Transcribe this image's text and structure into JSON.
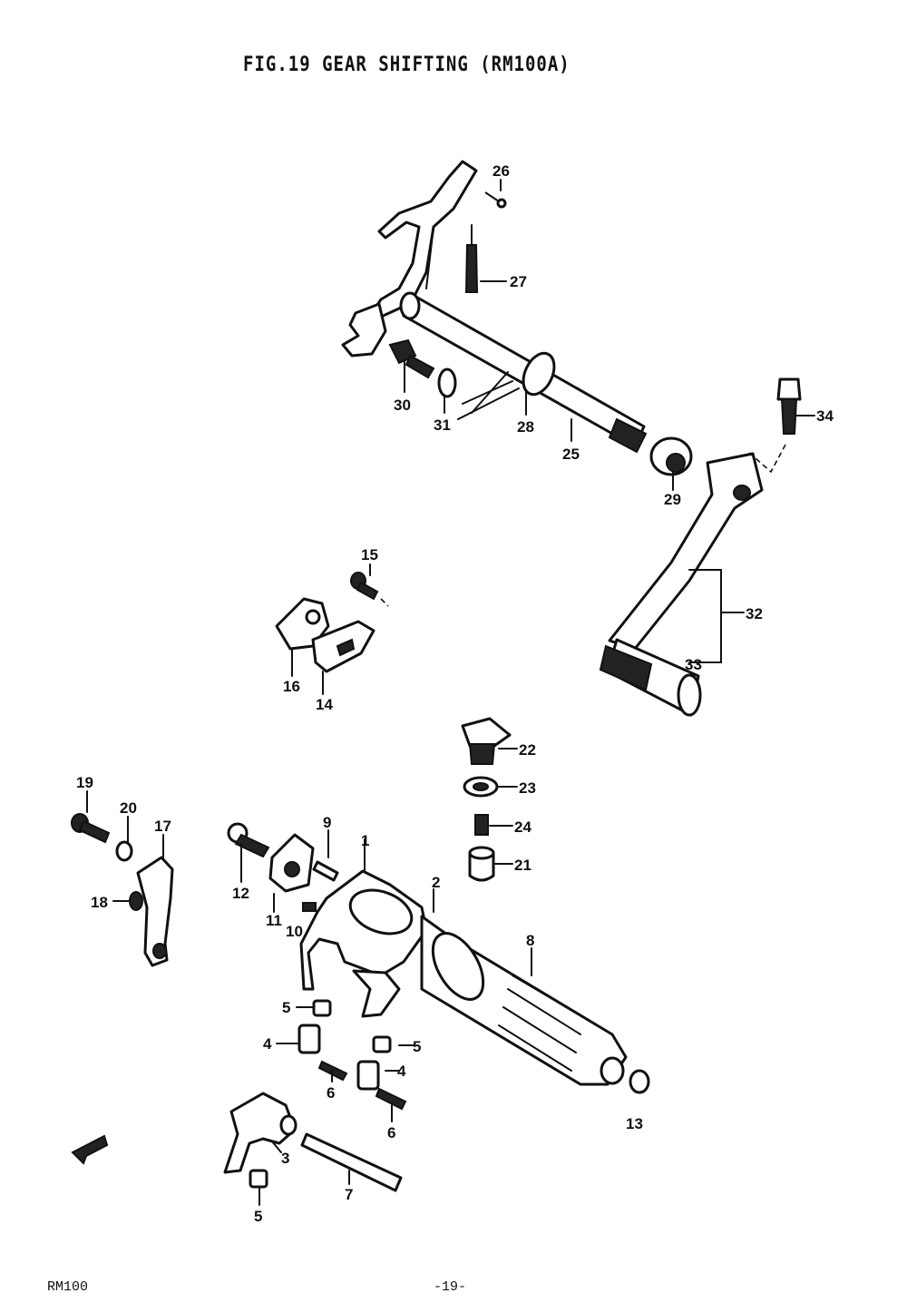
{
  "title": "FIG.19 GEAR SHIFTING (RM100A)",
  "callouts": {
    "p1": "1",
    "p2": "2",
    "p3": "3",
    "p4a": "4",
    "p4b": "4",
    "p5a": "5",
    "p5b": "5",
    "p5c": "5",
    "p6a": "6",
    "p6b": "6",
    "p7": "7",
    "p8": "8",
    "p9": "9",
    "p10": "10",
    "p11": "11",
    "p12": "12",
    "p13": "13",
    "p14": "14",
    "p15": "15",
    "p16": "16",
    "p17": "17",
    "p18": "18",
    "p19": "19",
    "p20": "20",
    "p21": "21",
    "p22": "22",
    "p23": "23",
    "p24": "24",
    "p25": "25",
    "p26": "26",
    "p27": "27",
    "p28": "28",
    "p29": "29",
    "p30": "30",
    "p31": "31",
    "p32": "32",
    "p33": "33",
    "p34": "34"
  },
  "footer": {
    "model": "RM100",
    "page": "-19-"
  }
}
